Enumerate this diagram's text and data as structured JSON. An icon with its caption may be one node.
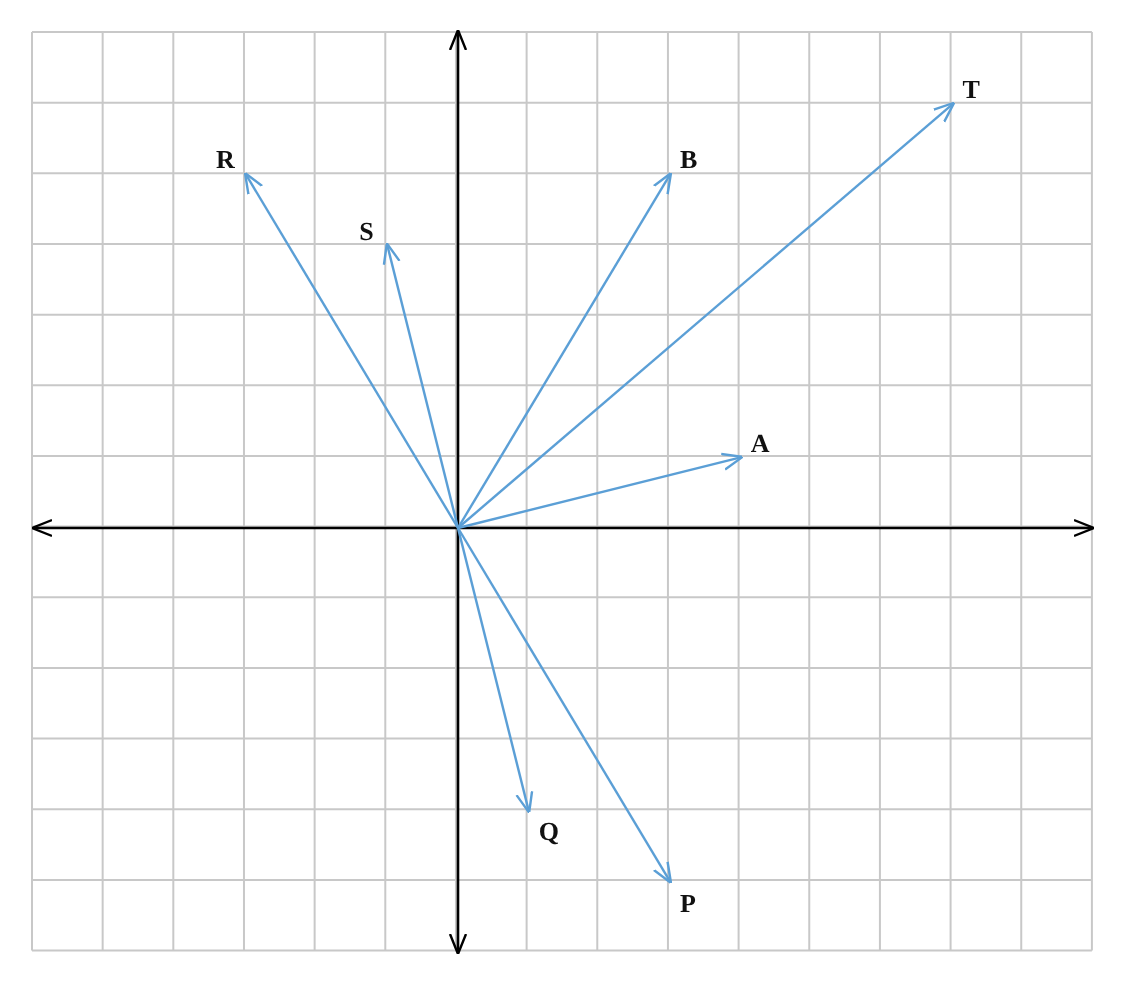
{
  "diagram": {
    "nodes": [
      {
        "text": [
          "T"
        ]
      },
      {
        "text": [
          "R"
        ]
      },
      {
        "text": [
          "B"
        ]
      },
      {
        "text": [
          "S"
        ]
      },
      {
        "text": [
          "A"
        ]
      },
      {
        "text": [
          "Q"
        ]
      },
      {
        "text": [
          "P"
        ]
      }
    ],
    "edges": [
      {
        "from": null,
        "to": 0,
        "arrow": "to"
      },
      {
        "from": null,
        "to": 1,
        "arrow": "to"
      },
      {
        "from": null,
        "to": 2,
        "arrow": "to"
      },
      {
        "from": null,
        "to": 3,
        "arrow": "to"
      },
      {
        "from": null,
        "to": 4,
        "arrow": "to"
      },
      {
        "from": null,
        "to": 5,
        "arrow": "to"
      },
      {
        "from": null,
        "to": 6,
        "arrow": "to"
      }
    ]
  }
}
